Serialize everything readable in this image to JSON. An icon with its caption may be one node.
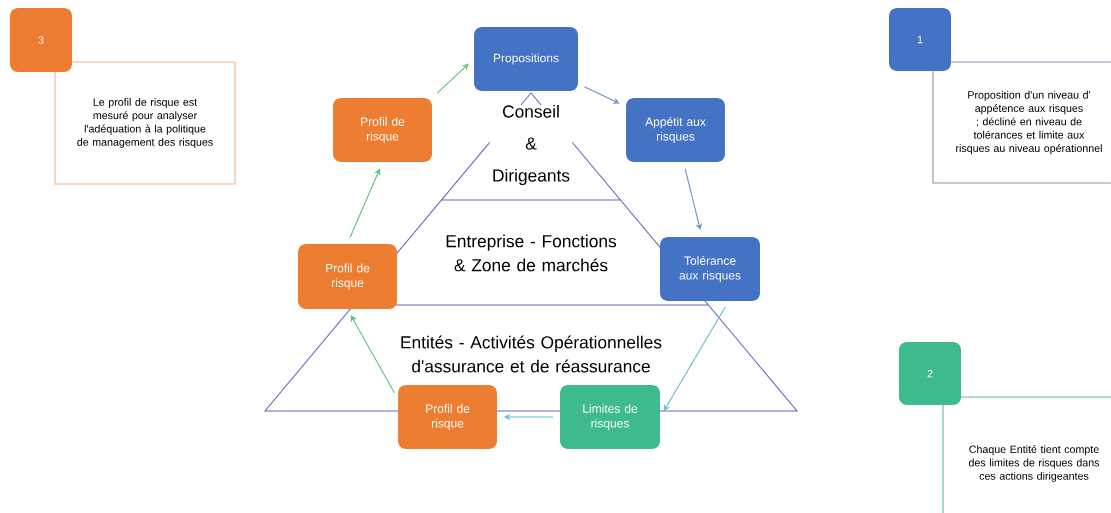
{
  "diagram": {
    "nodes": [
      {
        "text": [
          "3"
        ]
      },
      {
        "text": [
          "Le profil de risque est mesuré pour analyser l'adéquation à la politique de management des risques"
        ]
      },
      {
        "text": [
          "Propositions"
        ]
      },
      {
        "text": [
          "Profil de risque"
        ]
      },
      {
        "text": [
          "Appétit aux risques"
        ]
      },
      {
        "text": [
          "Conseil & Dirigeants"
        ]
      },
      {
        "text": [
          "Profil de risque"
        ]
      },
      {
        "text": [
          "Entreprise - Fonctions & Zone de marchés"
        ]
      },
      {
        "text": [
          "Tolérance aux risques"
        ]
      },
      {
        "text": [
          "Entités - Activités Opérationnelles d'assurance et de réassurance"
        ]
      },
      {
        "text": [
          "Profil de risque"
        ]
      },
      {
        "text": [
          "Limites de risques"
        ]
      },
      {
        "text": [
          "1"
        ]
      },
      {
        "text": [
          "Proposition d'un niveau d' appétence aux risques ; décliné en niveau de tolérances et limite aux risques au niveau opérationnel"
        ]
      },
      {
        "text": [
          "2"
        ]
      },
      {
        "text": [
          "Chaque Entité tient compte des limites de risques dans ces actions dirigeantes"
        ]
      }
    ],
    "edges": [
      {
        "from": 2,
        "to": 4,
        "arrow": "to",
        "color": "#6a8fd0"
      },
      {
        "from": 4,
        "to": 8,
        "arrow": "to",
        "color": "#6a8fd0"
      },
      {
        "from": 8,
        "to": 11,
        "arrow": "to",
        "color": "#5bbcd0"
      },
      {
        "from": 11,
        "to": 10,
        "arrow": "to",
        "color": "#5bbcd0"
      },
      {
        "from": 10,
        "to": 6,
        "arrow": "to",
        "color": "#5cbf7a"
      },
      {
        "from": 6,
        "to": 3,
        "arrow": "to",
        "color": "#5cbf7a"
      },
      {
        "from": 3,
        "to": 2,
        "arrow": "to",
        "color": "#5cbf7a"
      }
    ]
  }
}
